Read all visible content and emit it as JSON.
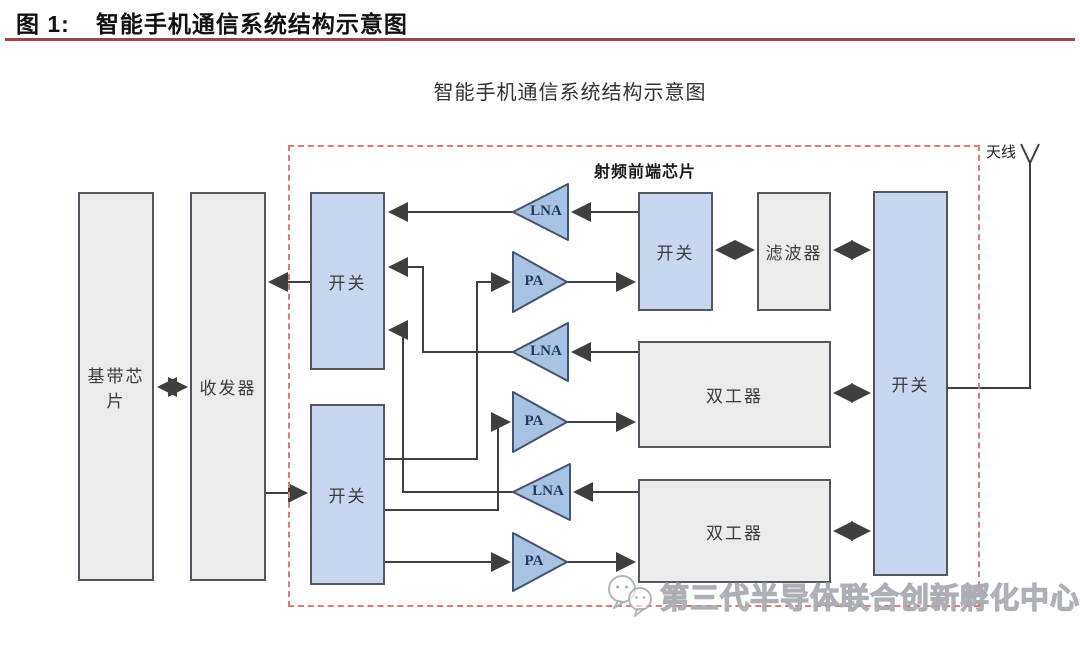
{
  "header": {
    "figure_label": "图 1:",
    "title": "智能手机通信系统结构示意图"
  },
  "diagram": {
    "title": "智能手机通信系统结构示意图",
    "rf_front_end_label": "射频前端芯片",
    "antenna_label": "天线",
    "nodes": {
      "baseband": {
        "label": "基带芯片"
      },
      "transceiver": {
        "label": "收发器"
      },
      "switch_rx": {
        "label": "开关"
      },
      "switch_tx": {
        "label": "开关"
      },
      "switch_filter": {
        "label": "开关"
      },
      "filter": {
        "label": "滤波器"
      },
      "switch_antenna": {
        "label": "开关"
      },
      "duplexer_upper": {
        "label": "双工器"
      },
      "duplexer_lower": {
        "label": "双工器"
      },
      "lna1": {
        "label": "LNA"
      },
      "pa1": {
        "label": "PA"
      },
      "lna2": {
        "label": "LNA"
      },
      "pa2": {
        "label": "PA"
      },
      "lna3": {
        "label": "LNA"
      },
      "pa3": {
        "label": "PA"
      }
    }
  },
  "watermark": {
    "text": "第三代半导体联合创新孵化中心",
    "logo_icon": "wechat-chat-bubbles-icon"
  },
  "colors": {
    "rule_red": "#a04449",
    "dashed_border": "#e07a7a",
    "block_blue": "#c8d7ef",
    "block_gray": "#ebebeb",
    "amp_fill": "#a6c3e4",
    "amp_text": "#1e3a5f",
    "line": "#3f3f3f"
  }
}
